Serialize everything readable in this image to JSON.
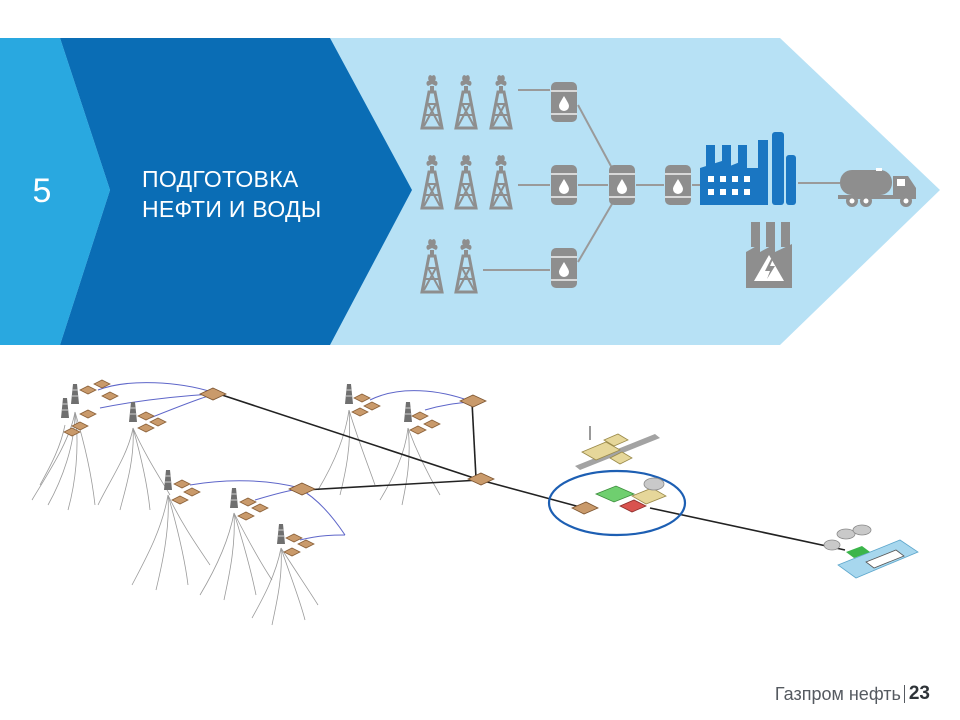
{
  "slide": {
    "step_number": "5",
    "title_lines": [
      "ПОДГОТОВКА",
      "НЕФТИ И ВОДЫ"
    ],
    "footer_company": "Газпром нефть",
    "page_number": "23"
  },
  "colors": {
    "step_block": "#29a8e0",
    "title_block": "#0a6db5",
    "process_band": "#b7e1f5",
    "icon_gray": "#8e8e8e",
    "factory_blue": "#1a76c2",
    "connector_gray": "#9a9a9a",
    "highlight_ring": "#1d5fb3"
  },
  "icons": {
    "wells": "oil-derrick-icon",
    "tanks": "oil-barrel-icon",
    "refinery": "refinery-icon",
    "truck": "tanker-truck-icon",
    "power_plant": "power-plant-icon"
  }
}
